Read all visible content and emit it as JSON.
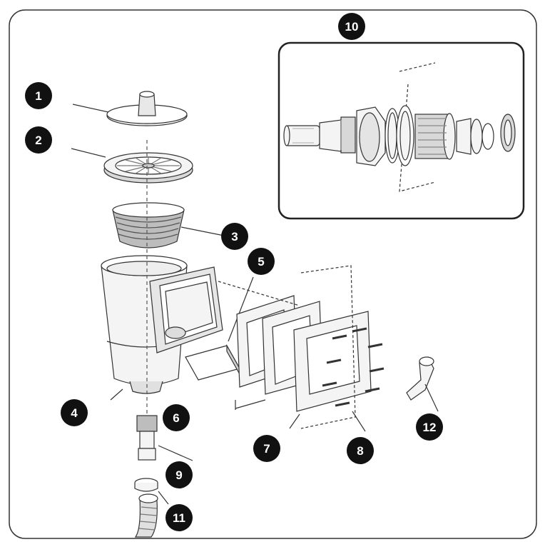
{
  "diagram": {
    "callouts": [
      {
        "id": "c1",
        "label": "1"
      },
      {
        "id": "c2",
        "label": "2"
      },
      {
        "id": "c3",
        "label": "3"
      },
      {
        "id": "c4",
        "label": "4"
      },
      {
        "id": "c5",
        "label": "5"
      },
      {
        "id": "c6",
        "label": "6"
      },
      {
        "id": "c7",
        "label": "7"
      },
      {
        "id": "c8",
        "label": "8"
      },
      {
        "id": "c9",
        "label": "9"
      },
      {
        "id": "c10",
        "label": "10"
      },
      {
        "id": "c11",
        "label": "11"
      },
      {
        "id": "c12",
        "label": "12"
      }
    ],
    "colors": {
      "badge_fill": "#111111",
      "badge_text": "#ffffff",
      "line": "#333333",
      "part_fill": "#f4f4f4",
      "part_shade": "#cfcfcf"
    }
  }
}
